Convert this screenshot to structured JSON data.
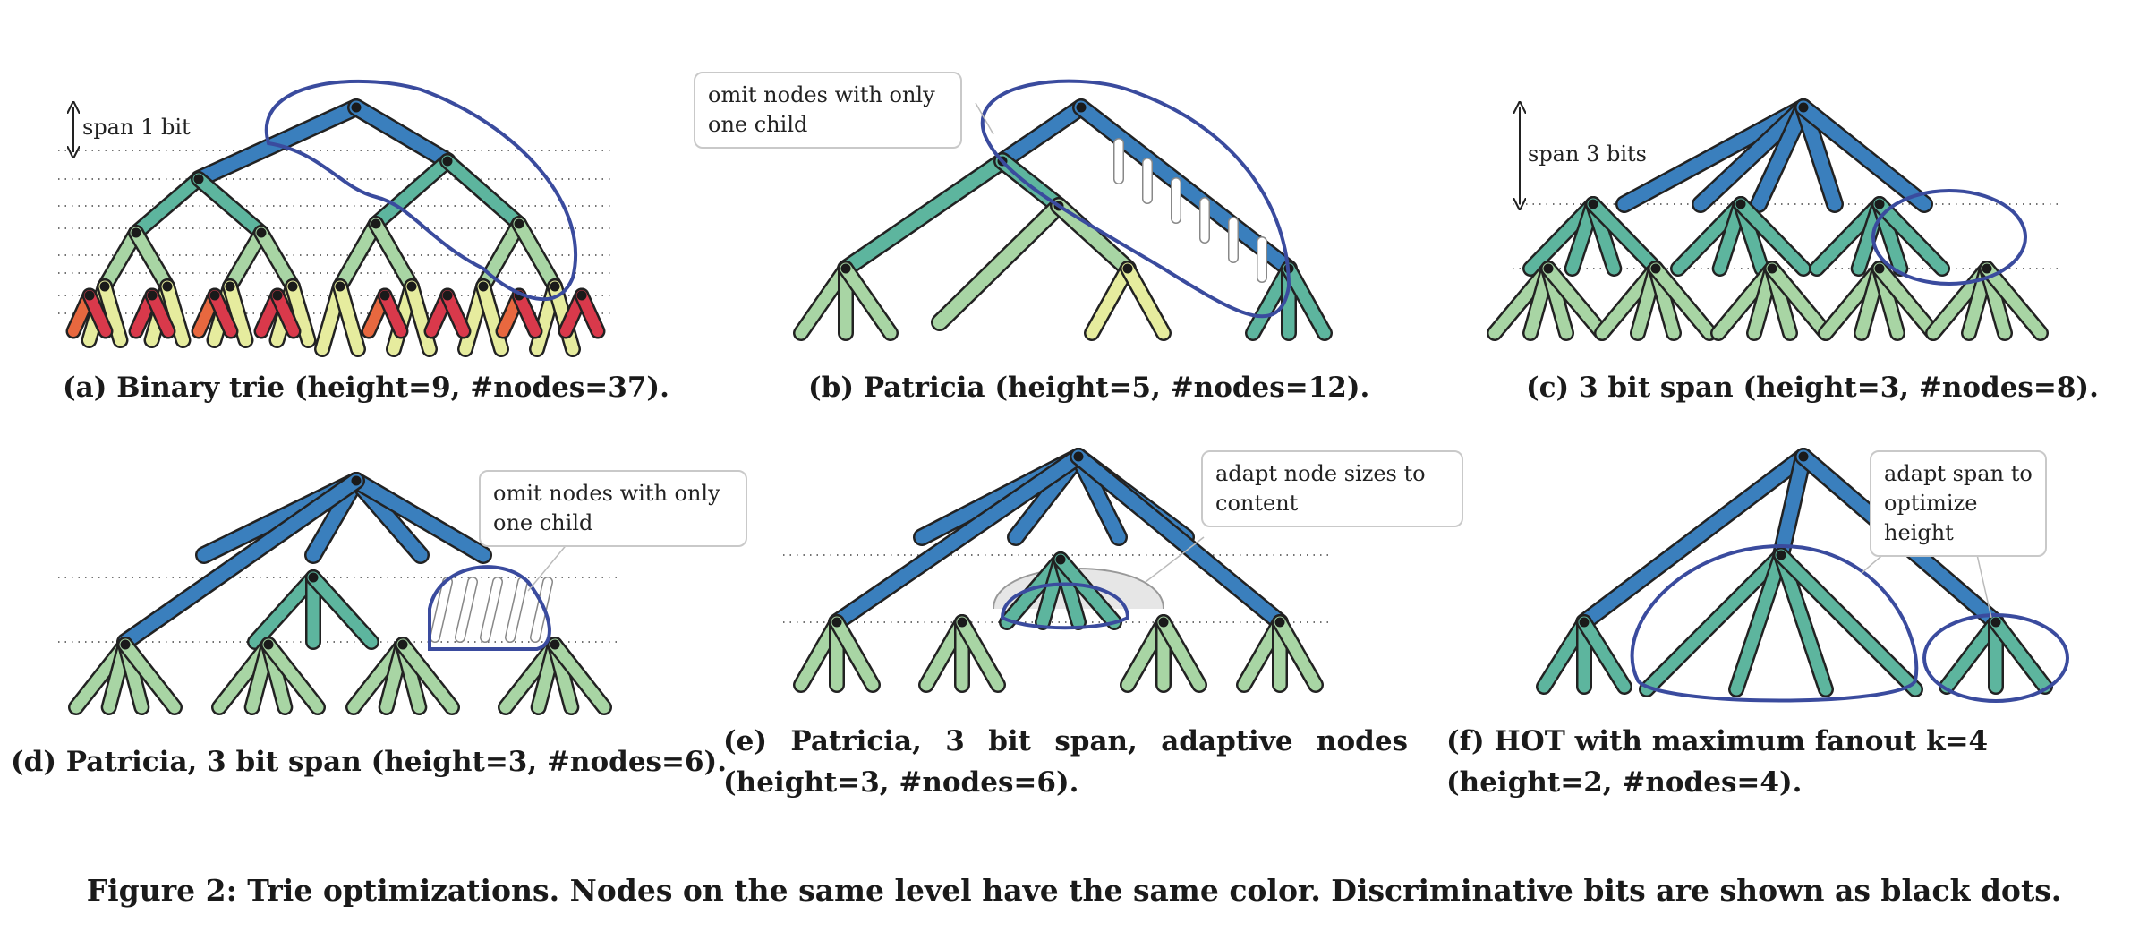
{
  "panels": {
    "a": {
      "caption": "(a) Binary trie (height=9, #nodes=37).",
      "span_label": "span 1 bit"
    },
    "b": {
      "caption": "(b) Patricia (height=5, #nodes=12).",
      "note": "omit nodes with only one child"
    },
    "c": {
      "caption": "(c) 3 bit span (height=3, #nodes=8).",
      "span_label": "span 3 bits"
    },
    "d": {
      "caption": "(d) Patricia, 3 bit span (height=3, #nodes=6).",
      "note": "omit nodes with only one child"
    },
    "e": {
      "caption": "(e) Patricia, 3 bit span, adaptive nodes (height=3, #nodes=6).",
      "note": "adapt node sizes to content"
    },
    "f": {
      "caption": "(f) HOT with maximum fanout k=4 (height=2, #nodes=4).",
      "note": "adapt span to optimize height"
    }
  },
  "figure_caption": "Figure 2: Trie optimizations. Nodes on the same level have the same color. Discriminative bits are shown as black dots.",
  "colors": {
    "level0": "#3a7fbd",
    "level1": "#5db59e",
    "level2": "#a8d5a4",
    "level3": "#e6ec9e",
    "level4": "#f4d27e",
    "level5": "#f1a35b",
    "level6": "#e8683f",
    "level7": "#d9394b",
    "highlight": "#3a4b9e",
    "dots": "#1a1a1a"
  }
}
